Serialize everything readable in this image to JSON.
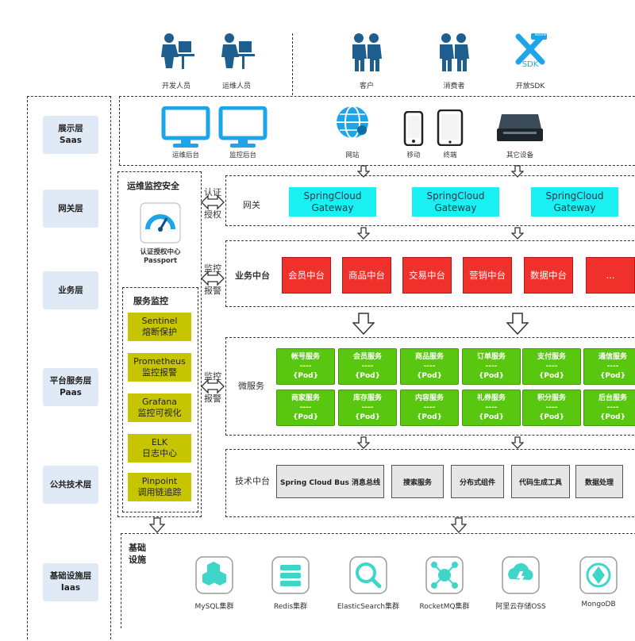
{
  "users": [
    {
      "label": "开发人员",
      "icon": "developer-icon"
    },
    {
      "label": "运维人员",
      "icon": "operator-icon"
    },
    {
      "label": "客户",
      "icon": "customer-icon"
    },
    {
      "label": "消费者",
      "icon": "consumer-icon"
    },
    {
      "label": "开放SDK",
      "icon": "sdk-icon",
      "badge": "Azure",
      "sdk_text": "SDK"
    }
  ],
  "layers": [
    {
      "line1": "展示层",
      "line2": "Saas"
    },
    {
      "line1": "网关层",
      "line2": ""
    },
    {
      "line1": "业务层",
      "line2": ""
    },
    {
      "line1": "平台服务层",
      "line2": "Paas"
    },
    {
      "line1": "公共技术层",
      "line2": ""
    },
    {
      "line1": "基础设施层",
      "line2": "Iaas"
    }
  ],
  "display": {
    "monitors": [
      {
        "label": "运维后台"
      },
      {
        "label": "监控后台"
      }
    ],
    "clients": [
      {
        "label": "网站"
      },
      {
        "label": "移动"
      },
      {
        "label": "终端"
      },
      {
        "label": "其它设备"
      }
    ]
  },
  "security": {
    "title": "运维监控安全",
    "passport_line1": "认证授权中心",
    "passport_line2": "Passport"
  },
  "monitoring": {
    "title": "服务监控",
    "items": [
      {
        "name": "Sentinel",
        "desc": "熔断保护"
      },
      {
        "name": "Prometheus",
        "desc": "监控报警"
      },
      {
        "name": "Grafana",
        "desc": "监控可视化"
      },
      {
        "name": "ELK",
        "desc": "日志中心"
      },
      {
        "name": "Pinpoint",
        "desc": "调用链追踪"
      }
    ]
  },
  "connectors": [
    {
      "line1": "认证",
      "line2": "授权"
    },
    {
      "line1": "监控",
      "line2": "报警"
    },
    {
      "line1": "监控",
      "line2": "报警"
    }
  ],
  "gateway": {
    "title": "网关",
    "boxes": [
      {
        "line1": "SpringCloud",
        "line2": "Gateway"
      },
      {
        "line1": "SpringCloud",
        "line2": "Gateway"
      },
      {
        "line1": "SpringCloud",
        "line2": "Gateway"
      }
    ]
  },
  "business": {
    "title": "业务中台",
    "boxes": [
      "会员中台",
      "商品中台",
      "交易中台",
      "营销中台",
      "数据中台",
      "..."
    ]
  },
  "microservices": {
    "title": "微服务",
    "sep": "----",
    "pod": "{Pod}",
    "row1": [
      "帐号服务",
      "会员服务",
      "商品服务",
      "订单服务",
      "支付服务",
      "通信服务"
    ],
    "row2": [
      "商家服务",
      "库存服务",
      "内容服务",
      "礼券服务",
      "积分服务",
      "后台服务"
    ]
  },
  "tech": {
    "title": "技术中台",
    "boxes": [
      "Spring Cloud Bus 消息总线",
      "搜索服务",
      "分布式组件",
      "代码生成工具",
      "数据处理"
    ]
  },
  "infra": {
    "title_line1": "基础",
    "title_line2": "设施",
    "items": [
      {
        "label": "MySQL集群",
        "icon": "mysql-icon",
        "color": "#3dd6c8"
      },
      {
        "label": "Redis集群",
        "icon": "redis-icon",
        "color": "#3dd6c8"
      },
      {
        "label": "ElasticSearch集群",
        "icon": "elasticsearch-icon",
        "color": "#3dd6c8"
      },
      {
        "label": "RocketMQ集群",
        "icon": "rocketmq-icon",
        "color": "#3dd6c8"
      },
      {
        "label": "阿里云存储OSS",
        "icon": "oss-icon",
        "color": "#3dd6c8"
      },
      {
        "label": "MongoDB",
        "icon": "mongodb-icon",
        "color": "#3dd6c8"
      }
    ]
  },
  "colors": {
    "gateway": "#19f0f2",
    "business": "#f0302a",
    "service": "#59c70f",
    "monitor": "#c7c500",
    "tech": "#e6e6e6",
    "layer": "#dfeaf6",
    "icon_blue": "#1ea4e8",
    "person": "#1f5f8f"
  }
}
